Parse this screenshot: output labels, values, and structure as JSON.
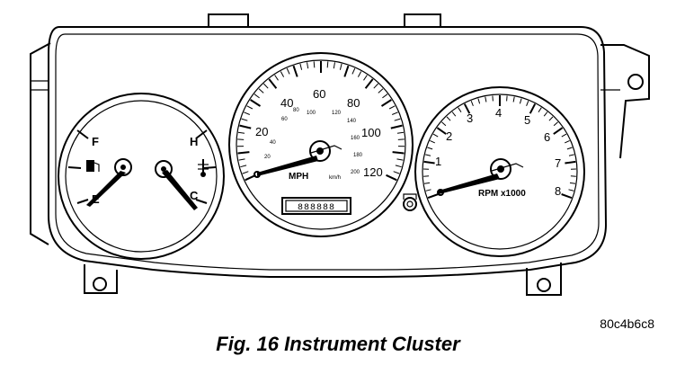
{
  "figure": {
    "caption": "Fig. 16 Instrument Cluster",
    "ref_code": "80c4b6c8"
  },
  "fuel_temp_gauge": {
    "fuel_full": "F",
    "fuel_empty": "E",
    "temp_hot": "H",
    "temp_cold": "C"
  },
  "speedometer": {
    "mph_labels": [
      "20",
      "40",
      "60",
      "80",
      "100",
      "120"
    ],
    "kmh_labels": [
      "20",
      "40",
      "60",
      "80",
      "100",
      "120",
      "140",
      "160",
      "180",
      "200"
    ],
    "unit_mph": "MPH",
    "unit_kmh": "km/h",
    "odometer": "888888"
  },
  "tachometer": {
    "labels": [
      "1",
      "2",
      "3",
      "4",
      "5",
      "6",
      "7",
      "8"
    ],
    "unit": "RPM x1000"
  }
}
